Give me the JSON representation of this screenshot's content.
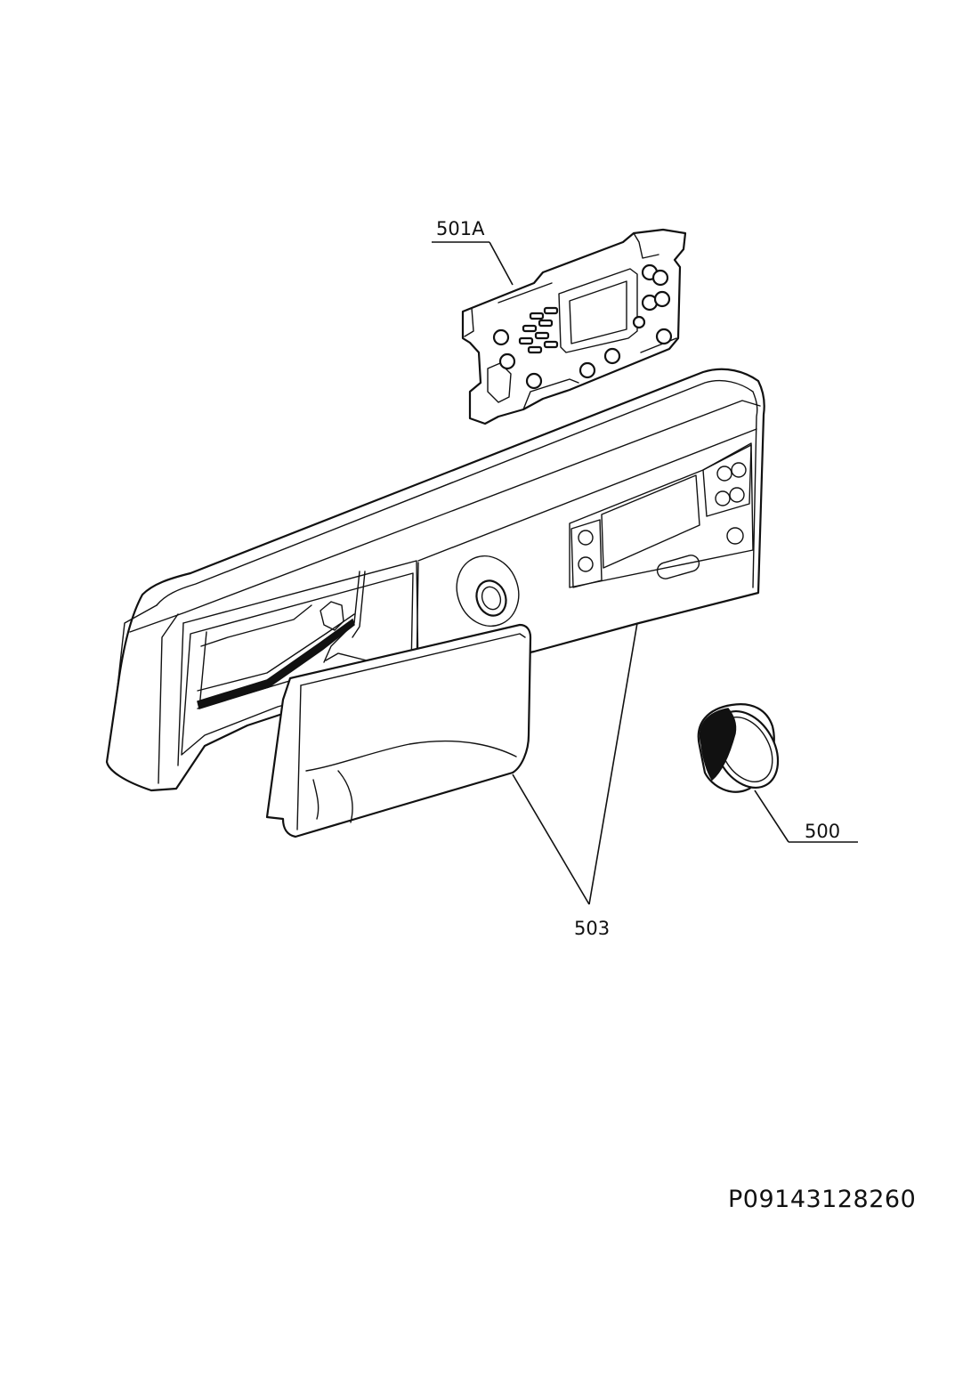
{
  "callouts": {
    "pcb_board": "501A",
    "knob": "500",
    "control_panel": "503"
  },
  "drawing_code": "P09143128260"
}
